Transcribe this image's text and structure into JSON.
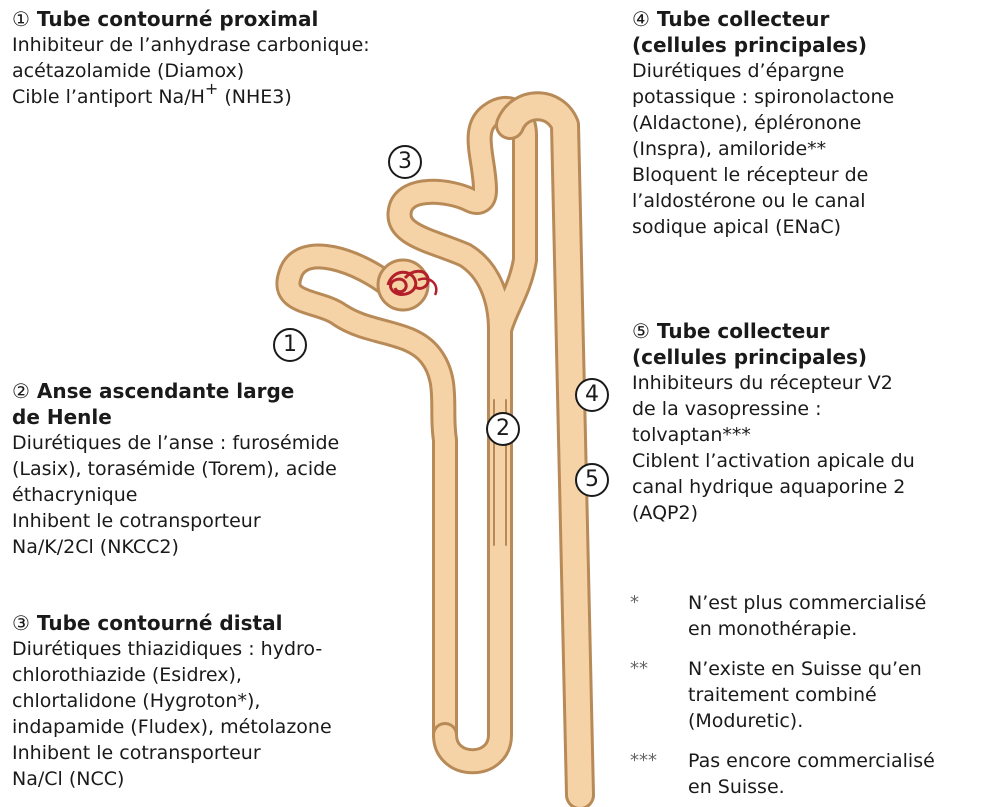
{
  "sections": {
    "s1": {
      "num": "①",
      "title": "Tube contourné proximal",
      "lines": [
        "Inhibiteur de l’anhydrase carbonique:",
        "acétazolamide (Diamox)",
        "Cible l’antiport Na/H"
      ],
      "sup": "+",
      "after_sup": " (NHE3)"
    },
    "s2": {
      "num": "②",
      "title_1": "Anse ascendante large",
      "title_2": "de Henle",
      "lines": [
        "Diurétiques de l’anse : furosémide",
        "(Lasix), torasémide (Torem), acide",
        "éthacrynique",
        "Inhibent le cotransporteur",
        "Na/K/2Cl (NKCC2)"
      ]
    },
    "s3": {
      "num": "③",
      "title": "Tube contourné distal",
      "lines": [
        "Diurétiques thiazidiques : hydro-",
        "chlorothiazide (Esidrex),",
        "chlortalidone (Hygroton*),",
        "indapamide (Fludex), métolazone",
        "Inhibent le cotransporteur",
        "Na/Cl (NCC)"
      ]
    },
    "s4": {
      "num": "④",
      "title_1": "Tube collecteur",
      "title_2": "(cellules principales)",
      "lines": [
        "Diurétiques d’épargne",
        "potassique : spironolactone",
        "(Aldactone), épléronone",
        "(Inspra), amiloride**",
        "Bloquent le récepteur de",
        "l’aldostérone ou le canal",
        "sodique apical (ENaC)"
      ]
    },
    "s5": {
      "num": "⑤",
      "title_1": "Tube collecteur",
      "title_2": "(cellules principales)",
      "lines": [
        "Inhibiteurs du récepteur V2",
        "de la vasopressine :",
        "tolvaptan***",
        "Ciblent l’activation apicale du",
        "canal hydrique aquaporine 2",
        "(AQP2)"
      ]
    }
  },
  "markers": {
    "m1": "1",
    "m2": "2",
    "m3": "3",
    "m4": "4",
    "m5": "5"
  },
  "footnotes": [
    {
      "star": "*",
      "lines": [
        "N’est plus commercialisé",
        "en monothérapie."
      ]
    },
    {
      "star": "**",
      "lines": [
        "N’existe en Suisse qu’en",
        "traitement combiné",
        "(Moduretic)."
      ]
    },
    {
      "star": "***",
      "lines": [
        "Pas encore commercialisé",
        "en Suisse."
      ]
    }
  ],
  "colors": {
    "tubule_fill": "#f5d3a6",
    "tubule_stroke": "#b88a57",
    "glomerulus": "#b3202a"
  }
}
